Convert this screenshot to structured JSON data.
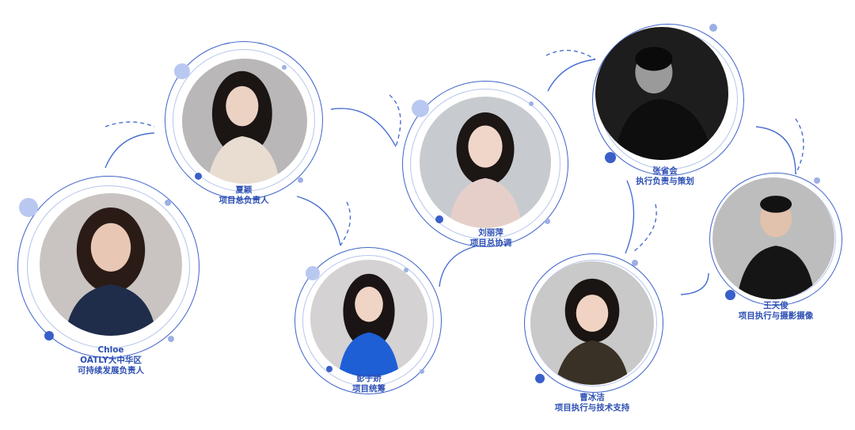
{
  "members": [
    {
      "id": "chloe",
      "name": "Chloe",
      "roles": [
        "OATLY大中华区",
        "可持续发展负责人"
      ],
      "photo_tone": "#c9c4c1",
      "outfit": "#1f2d4a",
      "hair": "#2a1b16"
    },
    {
      "id": "xiaying",
      "name": "夏颖",
      "roles": [
        "项目总负责人"
      ],
      "photo_tone": "#b9b7b8",
      "outfit": "#e9ddd2",
      "hair": "#1b1514"
    },
    {
      "id": "pengzijiao",
      "name": "彭子娇",
      "roles": [
        "项目统筹"
      ],
      "photo_tone": "#d4d2d3",
      "outfit": "#1e5fd6",
      "hair": "#1a1414"
    },
    {
      "id": "liuliping",
      "name": "刘丽萍",
      "roles": [
        "项目总协调"
      ],
      "photo_tone": "#c7cbcf",
      "outfit": "#e7cfc9",
      "hair": "#1c1614"
    },
    {
      "id": "zhangshenghui",
      "name": "张省会",
      "roles": [
        "执行负责与策划"
      ],
      "photo_tone": "#1d1d1d",
      "outfit": "#0e0e0e",
      "hair": "#0a0a0a"
    },
    {
      "id": "caobingjie",
      "name": "曹冰洁",
      "roles": [
        "项目执行与技术支持"
      ],
      "photo_tone": "#c9c9c9",
      "outfit": "#3a3126",
      "hair": "#1a1412"
    },
    {
      "id": "wangtianjun",
      "name": "王天俊",
      "roles": [
        "项目执行与摄影摄像"
      ],
      "photo_tone": "#bdbdbd",
      "outfit": "#151515",
      "hair": "#121212"
    }
  ],
  "colors": {
    "accent": "#2d4fb3",
    "ring": "#3f63c9",
    "dot_light": "#b9c8f0"
  }
}
